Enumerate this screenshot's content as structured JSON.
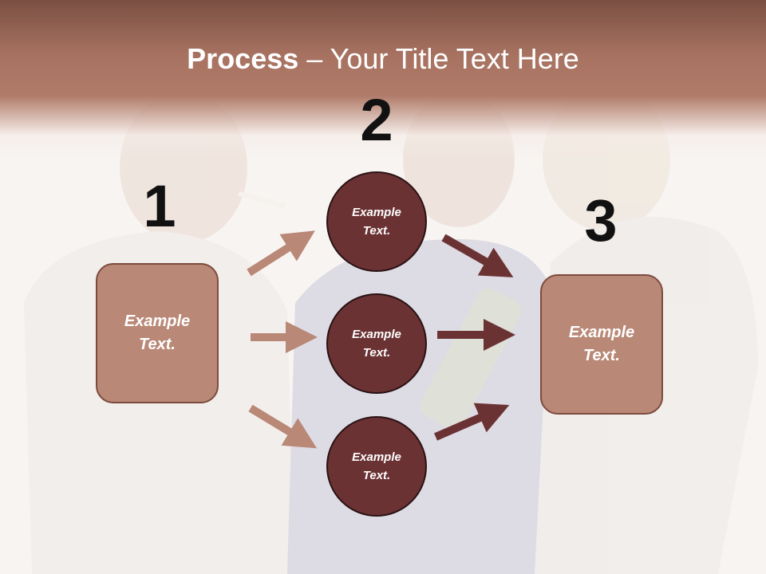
{
  "title": {
    "bold": "Process",
    "rest": " – Your Title Text Here"
  },
  "steps": [
    {
      "number": "1"
    },
    {
      "number": "2"
    },
    {
      "number": "3"
    }
  ],
  "boxes": [
    {
      "line1": "Example",
      "line2": "Text."
    },
    {
      "line1": "Example",
      "line2": "Text."
    }
  ],
  "circles": [
    {
      "line1": "Example",
      "line2": "Text."
    },
    {
      "line1": "Example",
      "line2": "Text."
    },
    {
      "line1": "Example",
      "line2": "Text."
    }
  ],
  "colors": {
    "header": "#a87261",
    "box_fill": "#b98876",
    "circle_fill": "#6b3234",
    "arrow_light": "#b98876",
    "arrow_dark": "#6b3234"
  }
}
